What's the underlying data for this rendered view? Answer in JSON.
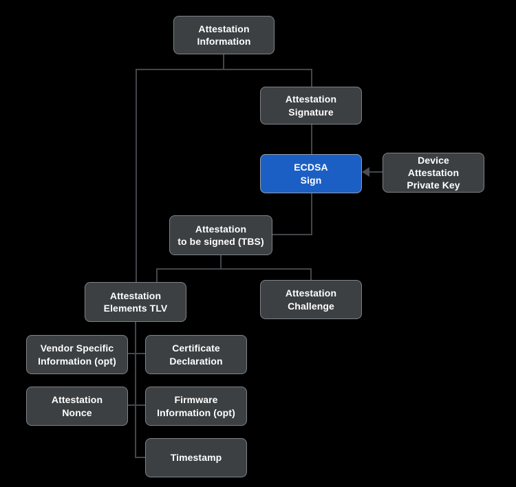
{
  "diagram": {
    "description": "Device attestation information structure flowchart",
    "colors": {
      "background": "#000000",
      "node_fill": "#3c4043",
      "node_border": "#7f8489",
      "highlight_node_fill": "#1c5fc4",
      "connector": "#43474b",
      "text": "#ffffff"
    },
    "nodes": {
      "attestation_information": {
        "label": "Attestation Information",
        "lines": [
          "Attestation",
          "Information"
        ],
        "highlighted": false
      },
      "attestation_signature": {
        "label": "Attestation Signature",
        "lines": [
          "Attestation",
          "Signature"
        ],
        "highlighted": false
      },
      "ecdsa_sign": {
        "label": "ECDSA Sign",
        "lines": [
          "ECDSA",
          "Sign"
        ],
        "highlighted": true
      },
      "device_attestation_private_key": {
        "label": "Device Attestation Private Key",
        "lines": [
          "Device",
          "Attestation",
          "Private Key"
        ],
        "highlighted": false
      },
      "attestation_tbs": {
        "label": "Attestation to be signed (TBS)",
        "lines": [
          "Attestation",
          "to be signed (TBS)"
        ],
        "highlighted": false
      },
      "attestation_elements_tlv": {
        "label": "Attestation Elements TLV",
        "lines": [
          "Attestation",
          "Elements TLV"
        ],
        "highlighted": false
      },
      "attestation_challenge": {
        "label": "Attestation Challenge",
        "lines": [
          "Attestation",
          "Challenge"
        ],
        "highlighted": false
      },
      "vendor_specific_information": {
        "label": "Vendor Specific Information (opt)",
        "lines": [
          "Vendor Specific",
          "Information (opt)"
        ],
        "highlighted": false
      },
      "certificate_declaration": {
        "label": "Certificate Declaration",
        "lines": [
          "Certificate",
          "Declaration"
        ],
        "highlighted": false
      },
      "attestation_nonce": {
        "label": "Attestation Nonce",
        "lines": [
          "Attestation",
          "Nonce"
        ],
        "highlighted": false
      },
      "firmware_information": {
        "label": "Firmware Information (opt)",
        "lines": [
          "Firmware",
          "Information (opt)"
        ],
        "highlighted": false
      },
      "timestamp": {
        "label": "Timestamp",
        "lines": [
          "Timestamp"
        ],
        "highlighted": false
      }
    },
    "edges": [
      {
        "from": "attestation_information",
        "to": "attestation_signature",
        "arrow": false
      },
      {
        "from": "attestation_information",
        "to": "attestation_elements_tlv",
        "arrow": false
      },
      {
        "from": "attestation_signature",
        "to": "ecdsa_sign",
        "arrow": false
      },
      {
        "from": "ecdsa_sign",
        "to": "attestation_tbs",
        "arrow": false
      },
      {
        "from": "device_attestation_private_key",
        "to": "ecdsa_sign",
        "arrow": true
      },
      {
        "from": "attestation_tbs",
        "to": "attestation_elements_tlv",
        "arrow": false
      },
      {
        "from": "attestation_tbs",
        "to": "attestation_challenge",
        "arrow": false
      },
      {
        "from": "attestation_elements_tlv",
        "to": "vendor_specific_information",
        "arrow": false
      },
      {
        "from": "attestation_elements_tlv",
        "to": "certificate_declaration",
        "arrow": false
      },
      {
        "from": "attestation_elements_tlv",
        "to": "attestation_nonce",
        "arrow": false
      },
      {
        "from": "attestation_elements_tlv",
        "to": "firmware_information",
        "arrow": false
      },
      {
        "from": "attestation_elements_tlv",
        "to": "timestamp",
        "arrow": false
      }
    ]
  }
}
